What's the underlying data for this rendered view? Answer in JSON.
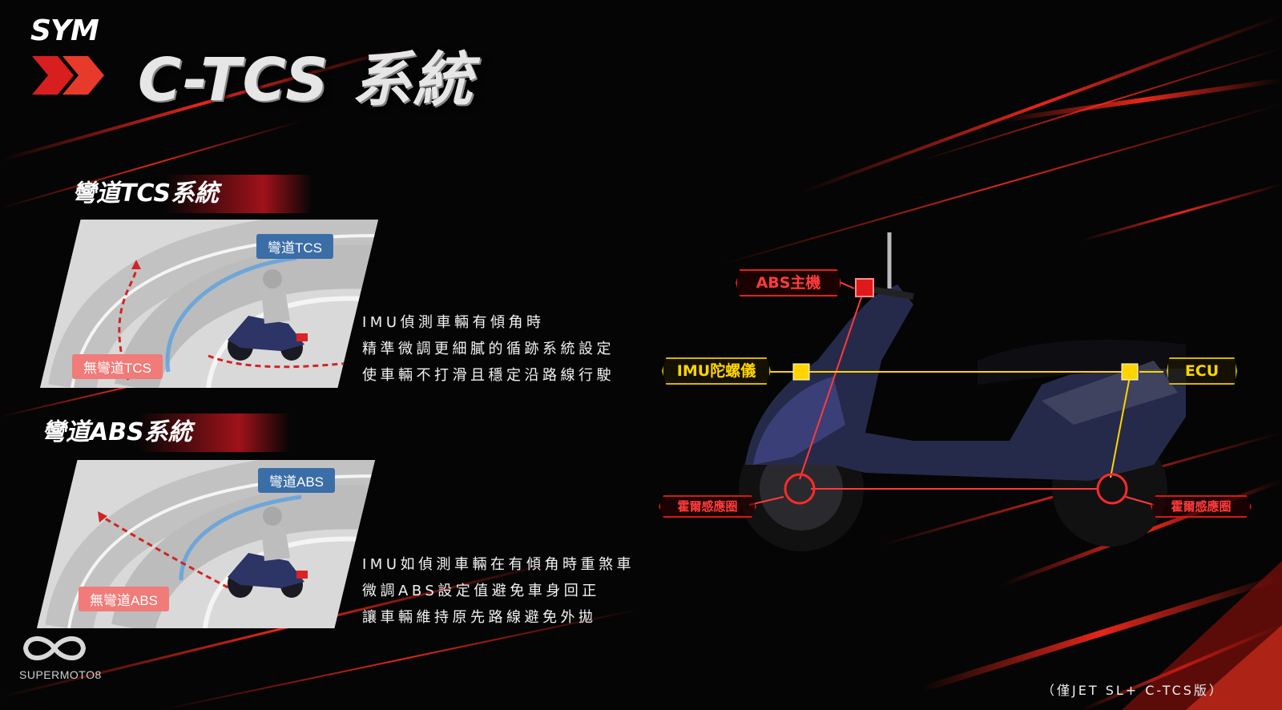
{
  "brand": {
    "logo_text": "SYM"
  },
  "title": "C-TCS 系統",
  "sections": [
    {
      "heading": "彎道TCS系統",
      "tag_with": "彎道TCS",
      "tag_without": "無彎道TCS",
      "lines": [
        "IMU偵測車輛有傾角時",
        "精準微調更細膩的循跡系統設定",
        "使車輛不打滑且穩定沿路線行駛"
      ]
    },
    {
      "heading": "彎道ABS系統",
      "tag_with": "彎道ABS",
      "tag_without": "無彎道ABS",
      "lines": [
        "IMU如偵測車輛在有傾角時重煞車",
        "微調ABS設定值避免車身回正",
        "讓車輛維持原先路線避免外拋"
      ]
    }
  ],
  "diagram": {
    "abs_unit": "ABS主機",
    "imu": "IMU陀螺儀",
    "ecu": "ECU",
    "hall_front": "霍爾感應圈",
    "hall_rear": "霍爾感應圈"
  },
  "watermark": "SUPERMOTO8",
  "footnote": "（僅JET SL+ C-TCS版）",
  "colors": {
    "accent_red": "#e02020",
    "accent_yellow": "#ffd400",
    "tag_blue": "#3b6ea7",
    "tag_red": "#f07b78"
  }
}
